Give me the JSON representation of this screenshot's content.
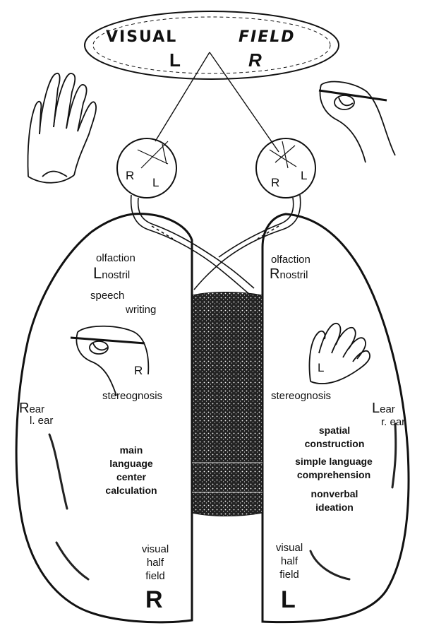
{
  "visual_field": {
    "title_left": "VISUAL",
    "title_right": "FIELD",
    "left": "L",
    "right": "R"
  },
  "eyes": {
    "left_eye": {
      "r": "R",
      "l": "L"
    },
    "right_eye": {
      "r": "R",
      "l": "L"
    }
  },
  "left_hemisphere": {
    "olfaction": "olfaction",
    "nostril_letter": "L",
    "nostril": "nostril",
    "speech": "speech",
    "writing": "writing",
    "hand_letter": "R",
    "stereognosis": "stereognosis",
    "ear_letter": "R",
    "ear_primary": "ear",
    "ear_secondary": "l. ear",
    "language_lines": [
      "main",
      "language",
      "center",
      "calculation"
    ],
    "visual": "visual",
    "half": "half",
    "field": "field",
    "field_letter": "R"
  },
  "right_hemisphere": {
    "olfaction": "olfaction",
    "nostril_letter": "R",
    "nostril": "nostril",
    "hand_letter": "L",
    "stereognosis": "stereognosis",
    "ear_letter": "L",
    "ear_primary": "ear",
    "ear_secondary": "r. ear",
    "spatial_lines": [
      "spatial",
      "construction"
    ],
    "simple_lines": [
      "simple language",
      "comprehension"
    ],
    "nonverbal_lines": [
      "nonverbal",
      "ideation"
    ],
    "visual": "visual",
    "half": "half",
    "field": "field",
    "field_letter": "L"
  }
}
